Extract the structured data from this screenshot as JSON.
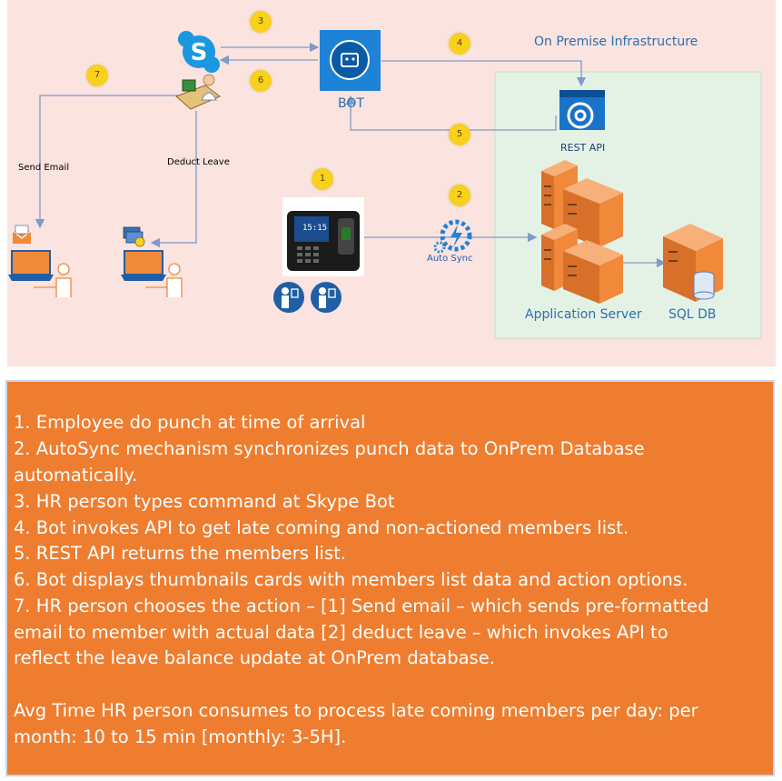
{
  "diagram": {
    "onprem_label": "On Premise Infrastructure",
    "bot_label": "BOT",
    "rest_api_label": "REST API",
    "auto_sync_label": "Auto Sync",
    "app_server_label": "Application Server",
    "sql_db_label": "SQL DB",
    "send_email_label": "Send Email",
    "deduct_leave_label": "Deduct Leave",
    "clock_display": "15:15",
    "badges": [
      "1",
      "2",
      "3",
      "4",
      "5",
      "6",
      "7"
    ]
  },
  "notes": {
    "lines": [
      "1. Employee do punch at time of arrival",
      "2. AutoSync mechanism synchronizes punch data to OnPrem Database",
      "automatically.",
      "3. HR person types command at Skype Bot",
      "4. Bot invokes API to get late coming and non-actioned members list.",
      "5. REST API returns the members list.",
      "6. Bot displays thumbnails cards with members list data and action options.",
      "7. HR person chooses the action – [1] Send email – which sends pre-formatted",
      "email to member with actual data [2] deduct leave – which invokes API to",
      "reflect the leave balance update at OnPrem database.",
      "",
      "Avg Time HR person consumes to process late coming members per day:  per",
      "month: 10 to 15 min [monthly: 3-5H]."
    ]
  },
  "colors": {
    "diagram_bg": "#fbe3df",
    "onprem_box": "#e4f2e6",
    "bot_blue": "#1e82d7",
    "connector": "#7e9bc9",
    "badge": "#f7d11b",
    "server_orange": "#f08a3a",
    "notes_bg": "#ef7d2f",
    "label_blue": "#2e6fad"
  }
}
